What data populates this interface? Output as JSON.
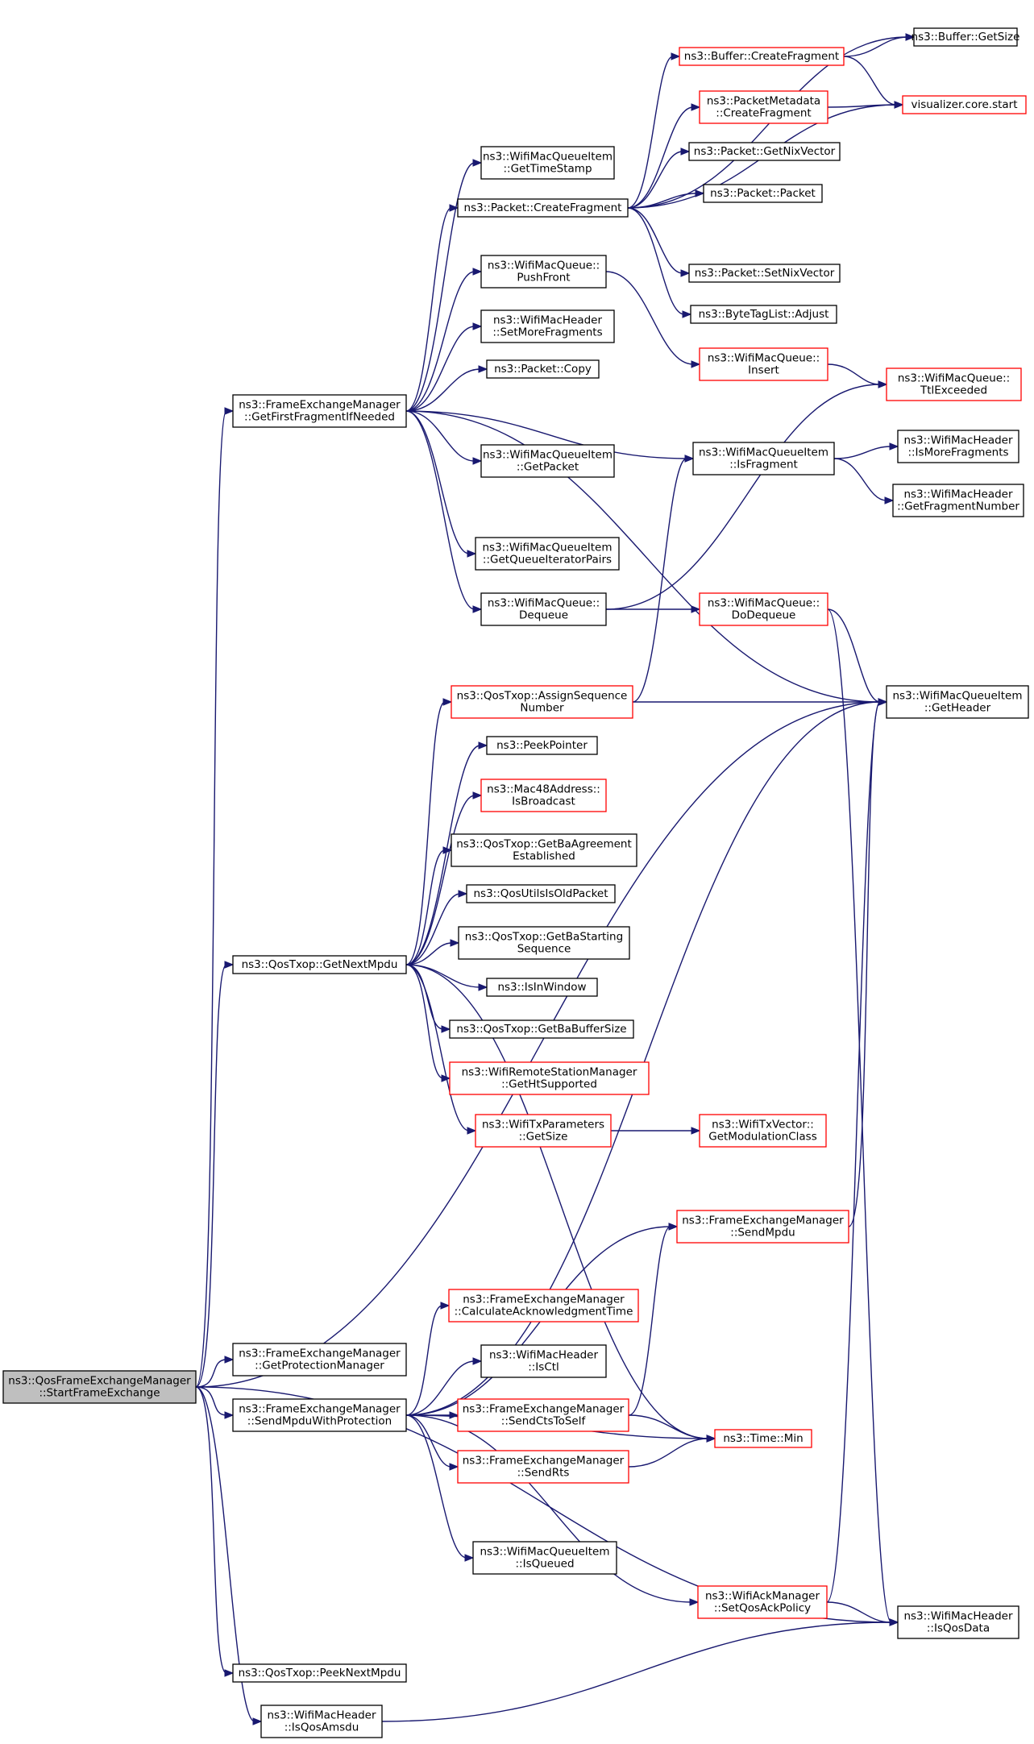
{
  "colors": {
    "edge": "#191970",
    "border_normal": "#000000",
    "border_red": "#ff0000",
    "root_fill": "#bfbfbf",
    "node_fill": "#ffffff"
  },
  "nodes": [
    {
      "id": "root",
      "lines": [
        "ns3::QosFrameExchangeManager",
        "::StartFrameExchange"
      ],
      "style": "root"
    },
    {
      "id": "getFirstFrag",
      "lines": [
        "ns3::FrameExchangeManager",
        "::GetFirstFragmentIfNeeded"
      ],
      "style": "normal"
    },
    {
      "id": "getNextMpdu",
      "lines": [
        "ns3::QosTxop::GetNextMpdu"
      ],
      "style": "normal"
    },
    {
      "id": "getProtMgr",
      "lines": [
        "ns3::FrameExchangeManager",
        "::GetProtectionManager"
      ],
      "style": "normal"
    },
    {
      "id": "sendMpduWP",
      "lines": [
        "ns3::FrameExchangeManager",
        "::SendMpduWithProtection"
      ],
      "style": "normal"
    },
    {
      "id": "peekNextMpdu",
      "lines": [
        "ns3::QosTxop::PeekNextMpdu"
      ],
      "style": "normal"
    },
    {
      "id": "isQosAmsdu",
      "lines": [
        "ns3::WifiMacHeader",
        "::IsQosAmsdu"
      ],
      "style": "normal"
    },
    {
      "id": "getTimeStamp",
      "lines": [
        "ns3::WifiMacQueueItem",
        "::GetTimeStamp"
      ],
      "style": "normal"
    },
    {
      "id": "pktCreateFrag",
      "lines": [
        "ns3::Packet::CreateFragment"
      ],
      "style": "normal"
    },
    {
      "id": "pushFront",
      "lines": [
        "ns3::WifiMacQueue::",
        "PushFront"
      ],
      "style": "normal"
    },
    {
      "id": "setMoreFrag",
      "lines": [
        "ns3::WifiMacHeader",
        "::SetMoreFragments"
      ],
      "style": "normal"
    },
    {
      "id": "pktCopy",
      "lines": [
        "ns3::Packet::Copy"
      ],
      "style": "normal"
    },
    {
      "id": "getPacket",
      "lines": [
        "ns3::WifiMacQueueItem",
        "::GetPacket"
      ],
      "style": "normal"
    },
    {
      "id": "getQIP",
      "lines": [
        "ns3::WifiMacQueueItem",
        "::GetQueueIteratorPairs"
      ],
      "style": "normal"
    },
    {
      "id": "dequeue",
      "lines": [
        "ns3::WifiMacQueue::",
        "Dequeue"
      ],
      "style": "normal"
    },
    {
      "id": "assignSeq",
      "lines": [
        "ns3::QosTxop::AssignSequence",
        "Number"
      ],
      "style": "red"
    },
    {
      "id": "peekPointer",
      "lines": [
        "ns3::PeekPointer"
      ],
      "style": "normal"
    },
    {
      "id": "isBroadcast",
      "lines": [
        "ns3::Mac48Address::",
        "IsBroadcast"
      ],
      "style": "red"
    },
    {
      "id": "getBaAgree",
      "lines": [
        "ns3::QosTxop::GetBaAgreement",
        "Established"
      ],
      "style": "normal"
    },
    {
      "id": "isOldPacket",
      "lines": [
        "ns3::QosUtilsIsOldPacket"
      ],
      "style": "normal"
    },
    {
      "id": "getBaStart",
      "lines": [
        "ns3::QosTxop::GetBaStarting",
        "Sequence"
      ],
      "style": "normal"
    },
    {
      "id": "isInWindow",
      "lines": [
        "ns3::IsInWindow"
      ],
      "style": "normal"
    },
    {
      "id": "getBaBuf",
      "lines": [
        "ns3::QosTxop::GetBaBufferSize"
      ],
      "style": "normal"
    },
    {
      "id": "getHtSup",
      "lines": [
        "ns3::WifiRemoteStationManager",
        "::GetHtSupported"
      ],
      "style": "red"
    },
    {
      "id": "txParamsSize",
      "lines": [
        "ns3::WifiTxParameters",
        "::GetSize"
      ],
      "style": "red"
    },
    {
      "id": "sendMpdu",
      "lines": [
        "ns3::FrameExchangeManager",
        "::SendMpdu"
      ],
      "style": "red"
    },
    {
      "id": "calcAck",
      "lines": [
        "ns3::FrameExchangeManager",
        "::CalculateAcknowledgmentTime"
      ],
      "style": "red"
    },
    {
      "id": "isCtl",
      "lines": [
        "ns3::WifiMacHeader",
        "::IsCtl"
      ],
      "style": "normal"
    },
    {
      "id": "sendCts",
      "lines": [
        "ns3::FrameExchangeManager",
        "::SendCtsToSelf"
      ],
      "style": "red"
    },
    {
      "id": "sendRts",
      "lines": [
        "ns3::FrameExchangeManager",
        "::SendRts"
      ],
      "style": "red"
    },
    {
      "id": "isQueued",
      "lines": [
        "ns3::WifiMacQueueItem",
        "::IsQueued"
      ],
      "style": "normal"
    },
    {
      "id": "setQosAck",
      "lines": [
        "ns3::WifiAckManager",
        "::SetQosAckPolicy"
      ],
      "style": "red"
    },
    {
      "id": "bufCreateFrag",
      "lines": [
        "ns3::Buffer::CreateFragment"
      ],
      "style": "red"
    },
    {
      "id": "pmCreateFrag",
      "lines": [
        "ns3::PacketMetadata",
        "::CreateFragment"
      ],
      "style": "red"
    },
    {
      "id": "getNix",
      "lines": [
        "ns3::Packet::GetNixVector"
      ],
      "style": "normal"
    },
    {
      "id": "packet",
      "lines": [
        "ns3::Packet::Packet"
      ],
      "style": "normal"
    },
    {
      "id": "setNix",
      "lines": [
        "ns3::Packet::SetNixVector"
      ],
      "style": "normal"
    },
    {
      "id": "adjust",
      "lines": [
        "ns3::ByteTagList::Adjust"
      ],
      "style": "normal"
    },
    {
      "id": "insert",
      "lines": [
        "ns3::WifiMacQueue::",
        "Insert"
      ],
      "style": "red"
    },
    {
      "id": "isFragment",
      "lines": [
        "ns3::WifiMacQueueItem",
        "::IsFragment"
      ],
      "style": "normal"
    },
    {
      "id": "doDequeue",
      "lines": [
        "ns3::WifiMacQueue::",
        "DoDequeue"
      ],
      "style": "red"
    },
    {
      "id": "getModClass",
      "lines": [
        "ns3::WifiTxVector::",
        "GetModulationClass"
      ],
      "style": "red"
    },
    {
      "id": "timeMin",
      "lines": [
        "ns3::Time::Min"
      ],
      "style": "red"
    },
    {
      "id": "bufGetSize",
      "lines": [
        "ns3::Buffer::GetSize"
      ],
      "style": "normal"
    },
    {
      "id": "vizStart",
      "lines": [
        "visualizer.core.start"
      ],
      "style": "red"
    },
    {
      "id": "ttlExceeded",
      "lines": [
        "ns3::WifiMacQueue::",
        "TtlExceeded"
      ],
      "style": "red"
    },
    {
      "id": "isMoreFrag",
      "lines": [
        "ns3::WifiMacHeader",
        "::IsMoreFragments"
      ],
      "style": "normal"
    },
    {
      "id": "getFragNum",
      "lines": [
        "ns3::WifiMacHeader",
        "::GetFragmentNumber"
      ],
      "style": "normal"
    },
    {
      "id": "getHeader",
      "lines": [
        "ns3::WifiMacQueueItem",
        "::GetHeader"
      ],
      "style": "normal"
    },
    {
      "id": "isQosData",
      "lines": [
        "ns3::WifiMacHeader",
        "::IsQosData"
      ],
      "style": "normal"
    }
  ],
  "edges": [
    [
      "root",
      "getFirstFrag"
    ],
    [
      "root",
      "getNextMpdu"
    ],
    [
      "root",
      "getProtMgr"
    ],
    [
      "root",
      "sendMpduWP"
    ],
    [
      "root",
      "peekNextMpdu"
    ],
    [
      "root",
      "isQosAmsdu"
    ],
    [
      "root",
      "getHeader"
    ],
    [
      "root",
      "isQosData"
    ],
    [
      "getFirstFrag",
      "getTimeStamp"
    ],
    [
      "getFirstFrag",
      "pktCreateFrag"
    ],
    [
      "getFirstFrag",
      "pushFront"
    ],
    [
      "getFirstFrag",
      "setMoreFrag"
    ],
    [
      "getFirstFrag",
      "pktCopy"
    ],
    [
      "getFirstFrag",
      "getPacket"
    ],
    [
      "getFirstFrag",
      "getQIP"
    ],
    [
      "getFirstFrag",
      "dequeue"
    ],
    [
      "getFirstFrag",
      "isFragment"
    ],
    [
      "getFirstFrag",
      "getHeader"
    ],
    [
      "pktCreateFrag",
      "bufCreateFrag"
    ],
    [
      "pktCreateFrag",
      "pmCreateFrag"
    ],
    [
      "pktCreateFrag",
      "getNix"
    ],
    [
      "pktCreateFrag",
      "packet"
    ],
    [
      "pktCreateFrag",
      "setNix"
    ],
    [
      "pktCreateFrag",
      "adjust"
    ],
    [
      "pktCreateFrag",
      "bufGetSize"
    ],
    [
      "pktCreateFrag",
      "vizStart"
    ],
    [
      "bufCreateFrag",
      "bufGetSize"
    ],
    [
      "bufCreateFrag",
      "vizStart"
    ],
    [
      "pmCreateFrag",
      "vizStart"
    ],
    [
      "pushFront",
      "insert"
    ],
    [
      "insert",
      "ttlExceeded"
    ],
    [
      "dequeue",
      "ttlExceeded"
    ],
    [
      "dequeue",
      "doDequeue"
    ],
    [
      "doDequeue",
      "getHeader"
    ],
    [
      "doDequeue",
      "isQosData"
    ],
    [
      "isFragment",
      "isMoreFrag"
    ],
    [
      "isFragment",
      "getFragNum"
    ],
    [
      "getNextMpdu",
      "assignSeq"
    ],
    [
      "getNextMpdu",
      "peekPointer"
    ],
    [
      "getNextMpdu",
      "isBroadcast"
    ],
    [
      "getNextMpdu",
      "getBaAgree"
    ],
    [
      "getNextMpdu",
      "isOldPacket"
    ],
    [
      "getNextMpdu",
      "getBaStart"
    ],
    [
      "getNextMpdu",
      "isInWindow"
    ],
    [
      "getNextMpdu",
      "getBaBuf"
    ],
    [
      "getNextMpdu",
      "getHtSup"
    ],
    [
      "getNextMpdu",
      "txParamsSize"
    ],
    [
      "getNextMpdu",
      "timeMin"
    ],
    [
      "assignSeq",
      "isFragment"
    ],
    [
      "assignSeq",
      "getHeader"
    ],
    [
      "txParamsSize",
      "getModClass"
    ],
    [
      "sendMpduWP",
      "sendMpdu"
    ],
    [
      "sendMpduWP",
      "calcAck"
    ],
    [
      "sendMpduWP",
      "isCtl"
    ],
    [
      "sendMpduWP",
      "sendCts"
    ],
    [
      "sendMpduWP",
      "sendRts"
    ],
    [
      "sendMpduWP",
      "timeMin"
    ],
    [
      "sendMpduWP",
      "isQueued"
    ],
    [
      "sendMpduWP",
      "setQosAck"
    ],
    [
      "sendMpduWP",
      "getHeader"
    ],
    [
      "sendMpdu",
      "getHeader"
    ],
    [
      "sendCts",
      "sendMpdu"
    ],
    [
      "sendCts",
      "timeMin"
    ],
    [
      "sendRts",
      "timeMin"
    ],
    [
      "setQosAck",
      "getHeader"
    ],
    [
      "setQosAck",
      "isQosData"
    ],
    [
      "isQosAmsdu",
      "isQosData"
    ]
  ]
}
